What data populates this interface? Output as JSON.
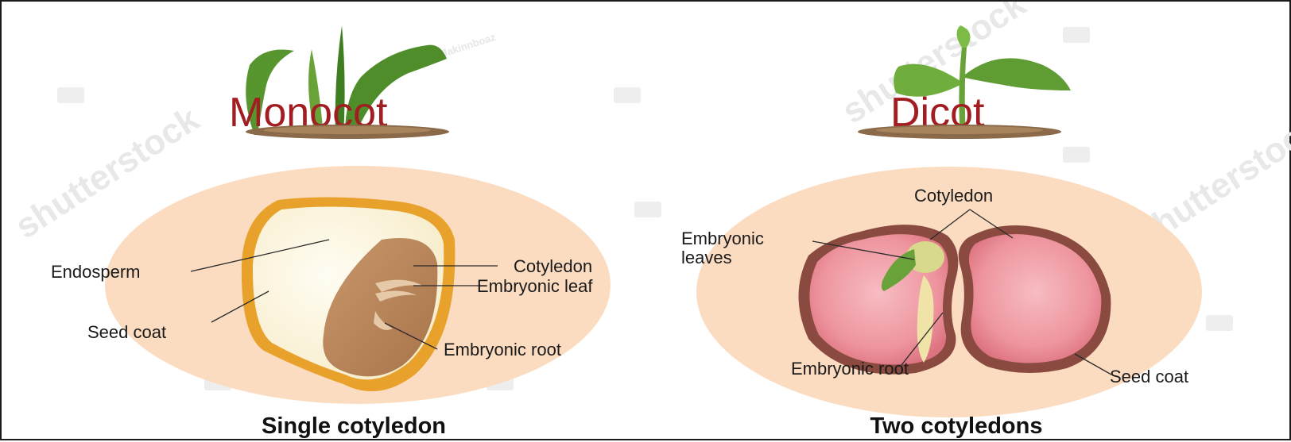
{
  "watermark": {
    "brand": "shutterstock",
    "author": "Jakinnboaz"
  },
  "monocot": {
    "title": "Monocot",
    "caption": "Single cotyledon",
    "labels": {
      "endosperm": "Endosperm",
      "seed_coat": "Seed coat",
      "cotyledon": "Cotyledon",
      "embryonic_leaf": "Embryonic leaf",
      "embryonic_root": "Embryonic root"
    }
  },
  "dicot": {
    "title": "Dicot",
    "caption": "Two cotyledons",
    "labels": {
      "cotyledon": "Cotyledon",
      "embryonic_leaves_1": "Embryonic",
      "embryonic_leaves_2": "leaves",
      "embryonic_root": "Embryonic root",
      "seed_coat": "Seed coat"
    }
  },
  "colors": {
    "title_red": "#a11d21",
    "halo_peach": "#fbdcc0",
    "seed_coat_orange": "#e8a22c",
    "endosperm_cream": "#fdf8e6",
    "embryo_brown": "#b58356",
    "dicot_coat_brown": "#8b4a40",
    "dicot_cotyledon_pink": "#ef9aa3",
    "leaf_green": "#6aa23a"
  }
}
